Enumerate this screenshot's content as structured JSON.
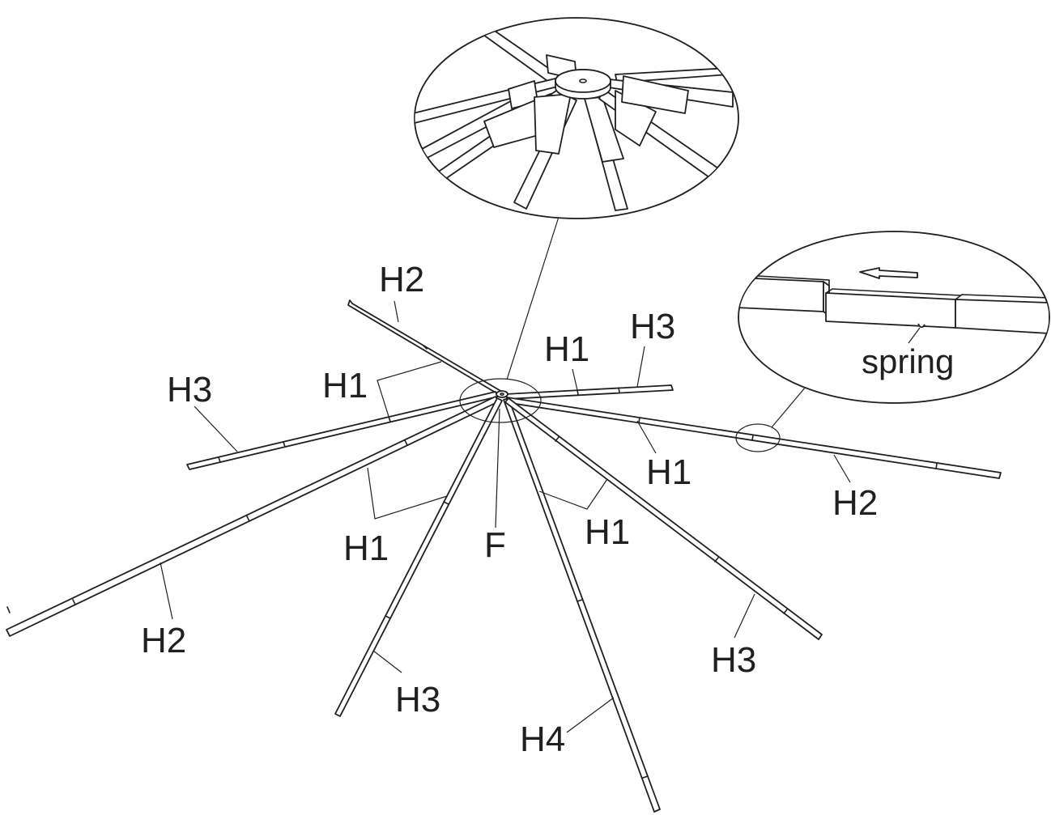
{
  "labels": {
    "h2_top": "H2",
    "h3_left": "H3",
    "h1_upper_left": "H1",
    "h1_top_right": "H1",
    "h3_top_right": "H3",
    "h1_right": "H1",
    "h2_right": "H2",
    "h1_lower_left": "H1",
    "f_hub": "F",
    "h1_lower_right": "H1",
    "h2_left": "H2",
    "h3_bottom": "H3",
    "h4_bottom": "H4",
    "h3_lower_right": "H3",
    "spring": "spring"
  },
  "colors": {
    "ink": "#231f20",
    "paper": "#ffffff"
  }
}
